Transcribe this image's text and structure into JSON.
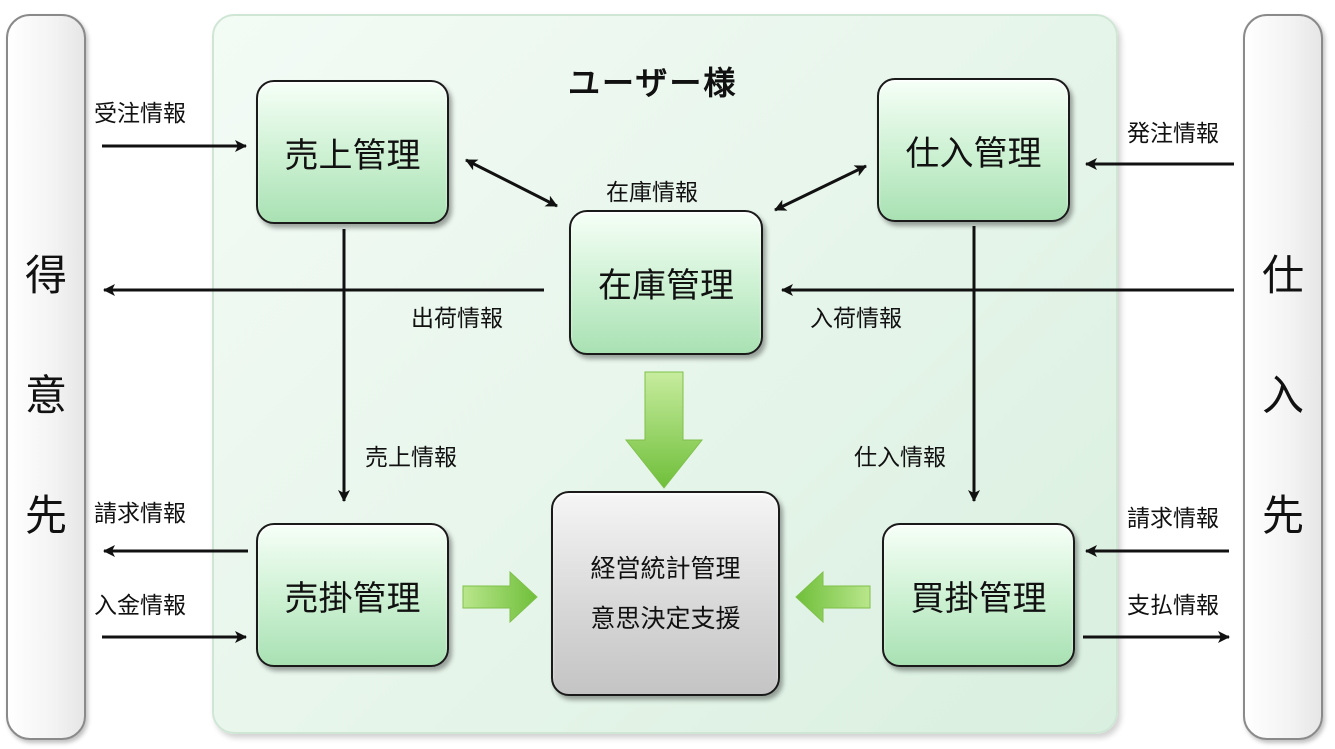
{
  "left_party": {
    "chars": [
      "得",
      "意",
      "先"
    ]
  },
  "right_party": {
    "chars": [
      "仕",
      "入",
      "先"
    ]
  },
  "user_area": {
    "title": "ユーザー様"
  },
  "modules": {
    "sales": "売上管理",
    "purchasing": "仕入管理",
    "inventory": "在庫管理",
    "receivables": "売掛管理",
    "payables": "買掛管理",
    "analysis": [
      "経営統計管理",
      "意思決定支援"
    ]
  },
  "flows": {
    "order_received": "受注情報",
    "purchase_order": "発注情報",
    "inventory_info": "在庫情報",
    "shipping_info": "出荷情報",
    "receiving_info": "入荷情報",
    "sales_info": "売上情報",
    "purchase_info": "仕入情報",
    "billing_out": "請求情報",
    "payment_received": "入金情報",
    "billing_in": "請求情報",
    "payment_out": "支払情報"
  },
  "colors": {
    "module_green": "#b9e8c1",
    "user_area_bg": "#e6f5ea",
    "analysis_gray": "#d6d6d6",
    "big_arrow_green": "#8ecf55"
  }
}
